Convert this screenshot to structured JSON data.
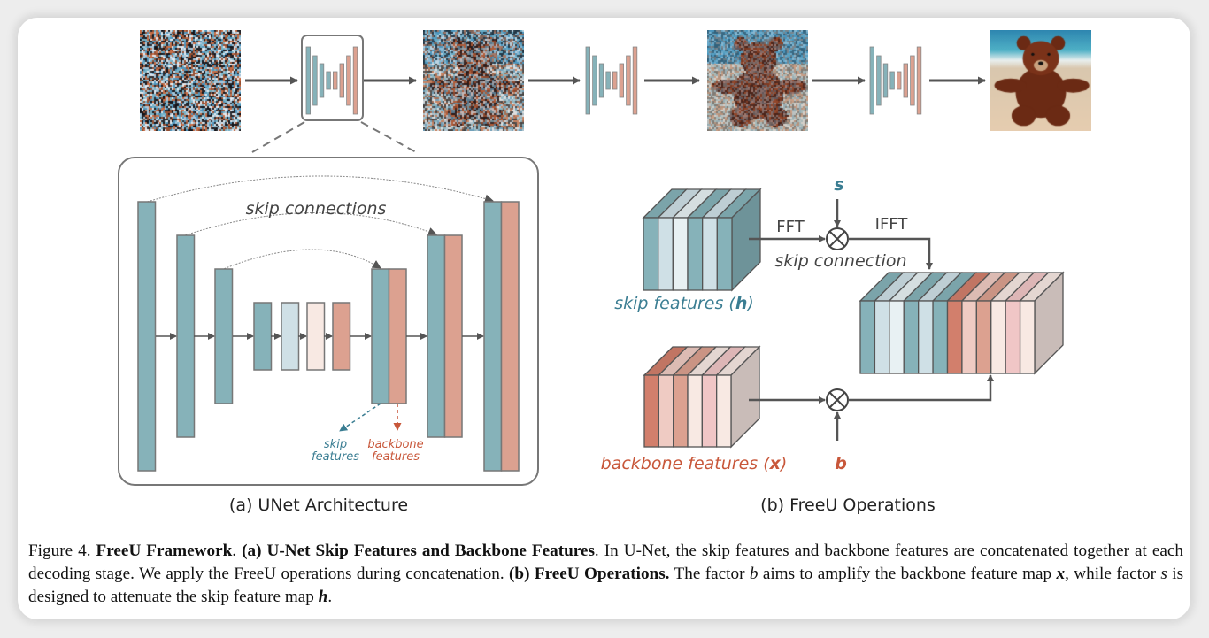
{
  "figure": {
    "pipeline": {
      "images": [
        {
          "name": "pure-noise",
          "description": "random noise image"
        },
        {
          "name": "noisy-bear-step",
          "description": "noisy image with faint teddy bear silhouette"
        },
        {
          "name": "partially-denoised-bear",
          "description": "noisy teddy bear on beach"
        },
        {
          "name": "final-bear",
          "description": "clean teddy bear sitting on a beach"
        }
      ],
      "unet_icon_count": 3
    },
    "unet_panel": {
      "skip_connections_label": "skip connections",
      "skip_features_label_line1": "skip",
      "skip_features_label_line2": "features",
      "backbone_features_label_line1": "backbone",
      "backbone_features_label_line2": "features",
      "caption": "(a) UNet Architecture"
    },
    "freeu_panel": {
      "s_label": "s",
      "b_label": "b",
      "fft_label": "FFT",
      "ifft_label": "IFFT",
      "skip_connection_label": "skip connection",
      "skip_features_label": "skip features (",
      "skip_features_symbol": "h",
      "skip_features_close": ")",
      "backbone_features_label": "backbone features (",
      "backbone_features_symbol": "x",
      "backbone_features_close": ")",
      "caption": "(b) FreeU Operations"
    },
    "colors": {
      "teal": "#86b2b9",
      "teal_light": "#cfe0e6",
      "teal_pale": "#e8f1f3",
      "salmon": "#dca190",
      "salmon_dark": "#d27f6c",
      "pink_light": "#efcbc3",
      "pink_pale": "#f8e9e3",
      "pink_mid": "#f0c6c6",
      "skip_text": "#3a7d92",
      "backbone_text": "#c8573a",
      "line": "#555555",
      "gray_side": "#c9bcb8",
      "teal_side": "#6e9399"
    }
  },
  "caption": {
    "figure_number": "Figure 4.",
    "title": "FreeU Framework",
    "part_a_title": "(a) U-Net Skip Features and Backbone Features",
    "part_a_text": "In U-Net, the skip features and backbone features are concatenated together at each decoding stage. We apply the FreeU operations during concatenation.",
    "part_b_title": "(b) FreeU Operations.",
    "part_b_text_1": "The factor",
    "var_b": "b",
    "part_b_text_2": "aims to amplify the backbone feature map",
    "var_x": "x",
    "part_b_text_3": ", while factor",
    "var_s": "s",
    "part_b_text_4": "is designed to attenuate the skip feature map",
    "var_h": "h",
    "part_b_text_5": "."
  }
}
